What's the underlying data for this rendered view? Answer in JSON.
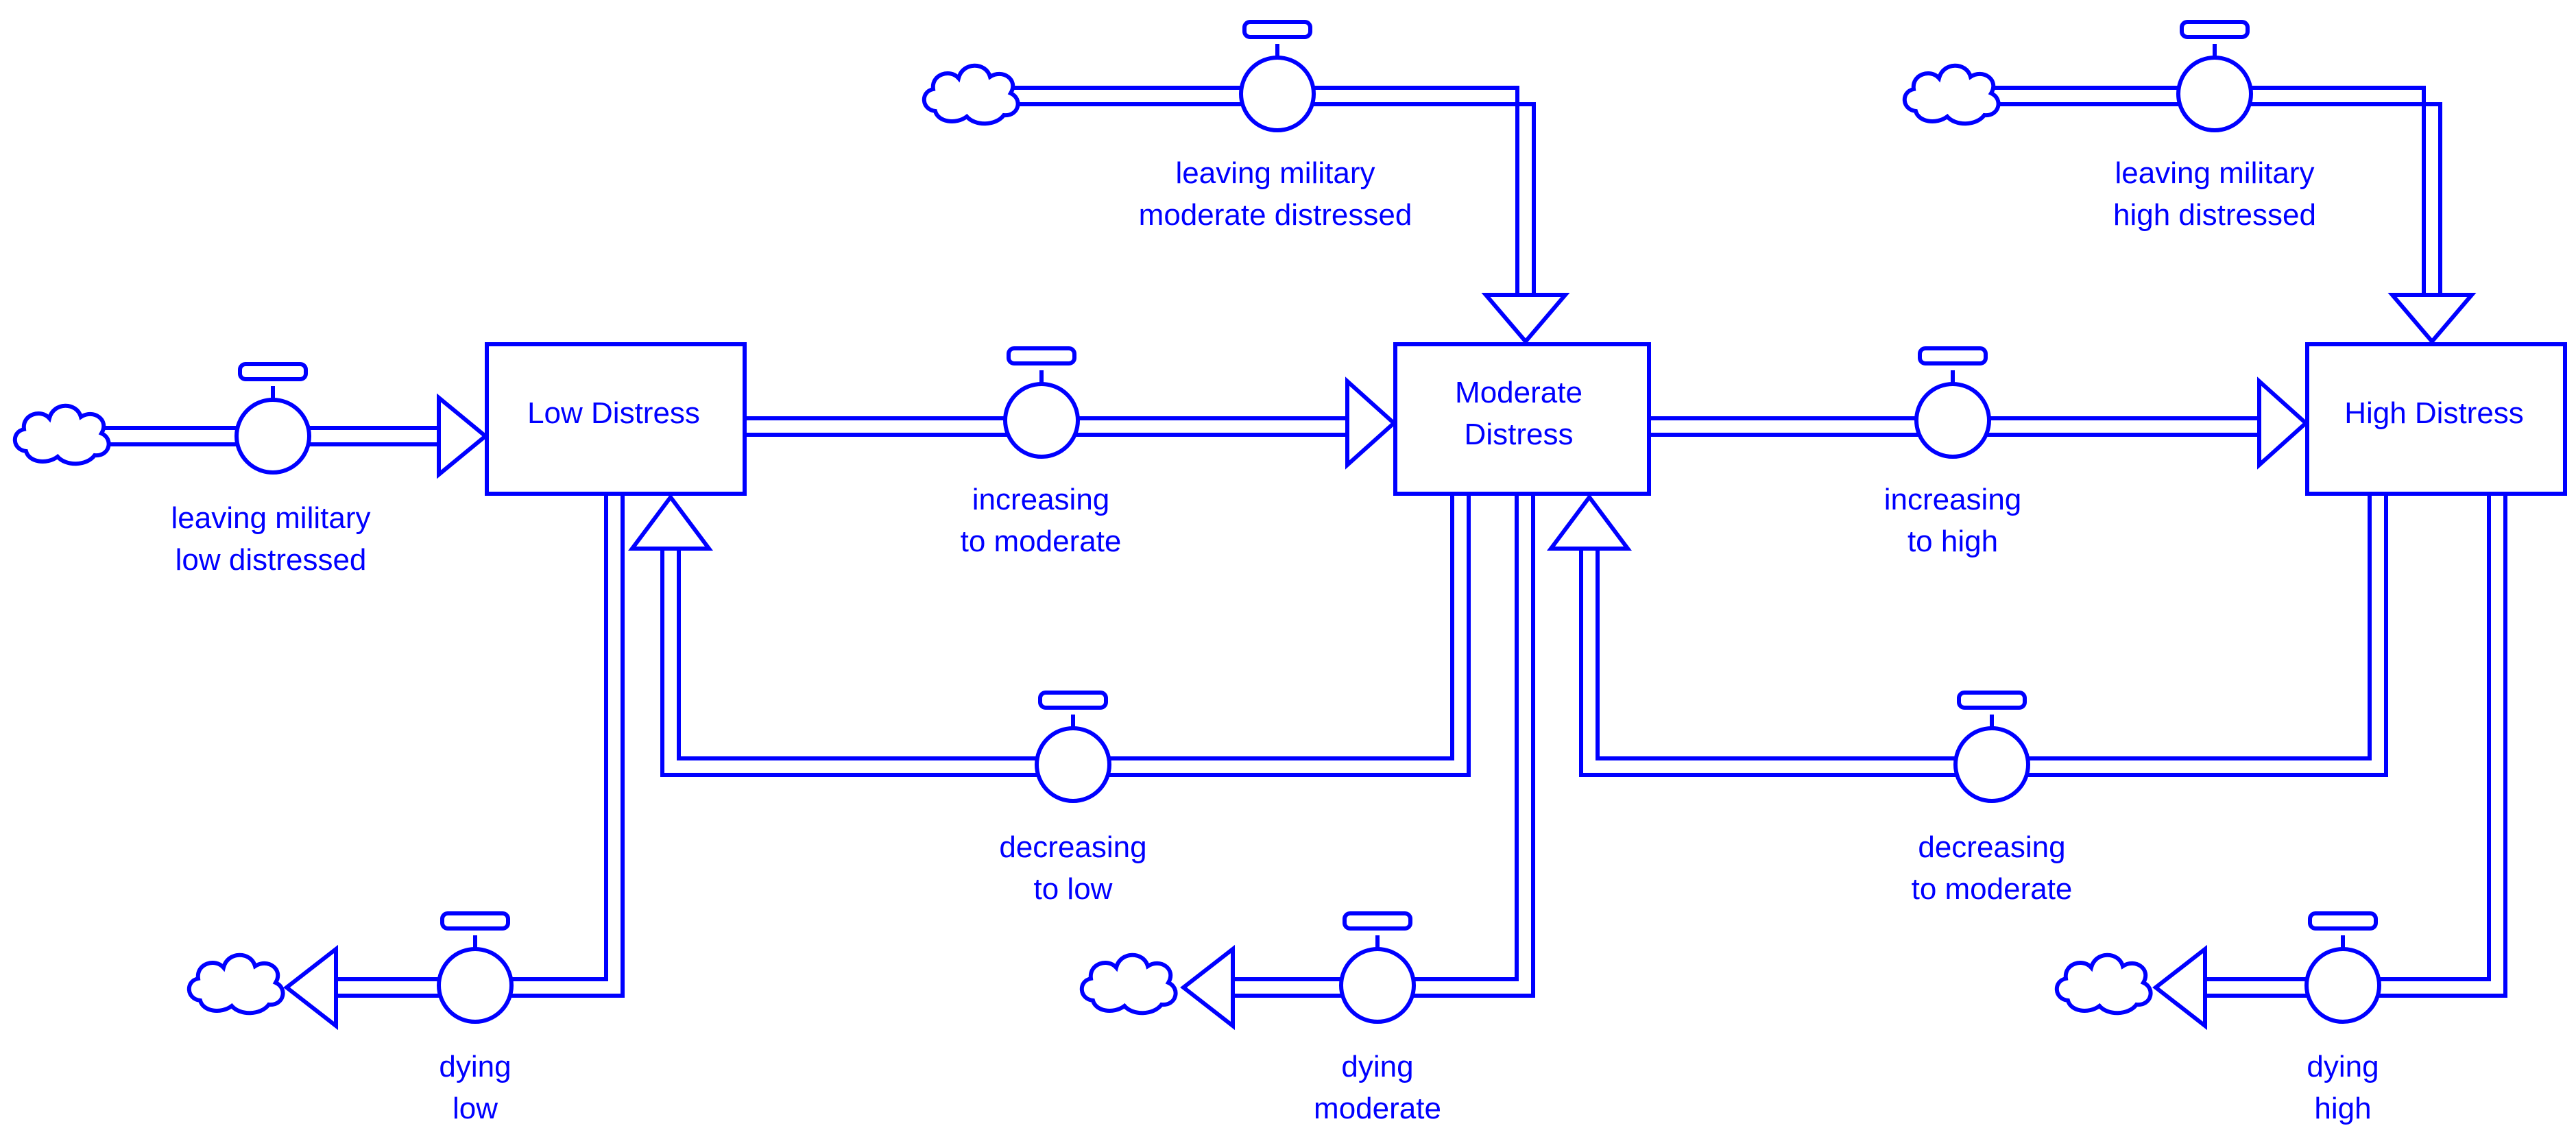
{
  "colors": {
    "stroke": "#0000FF",
    "background": "#FFFFFF"
  },
  "stocks": {
    "low": [
      "Low Distress"
    ],
    "moderate": [
      "Moderate",
      "Distress"
    ],
    "high": [
      "High Distress"
    ]
  },
  "flows": {
    "leaving_low": [
      "leaving military",
      "low distressed"
    ],
    "leaving_moderate": [
      "leaving military",
      "moderate distressed"
    ],
    "leaving_high": [
      "leaving military",
      "high distressed"
    ],
    "increasing_moderate": [
      "increasing",
      "to moderate"
    ],
    "increasing_high": [
      "increasing",
      "to high"
    ],
    "decreasing_low": [
      "decreasing",
      "to low"
    ],
    "decreasing_moderate": [
      "decreasing",
      "to moderate"
    ],
    "dying_low": [
      "dying",
      "low"
    ],
    "dying_moderate": [
      "dying",
      "moderate"
    ],
    "dying_high": [
      "dying",
      "high"
    ]
  },
  "icons": {
    "source_sink": "cloud-icon",
    "flow_regulator": "valve-icon"
  }
}
